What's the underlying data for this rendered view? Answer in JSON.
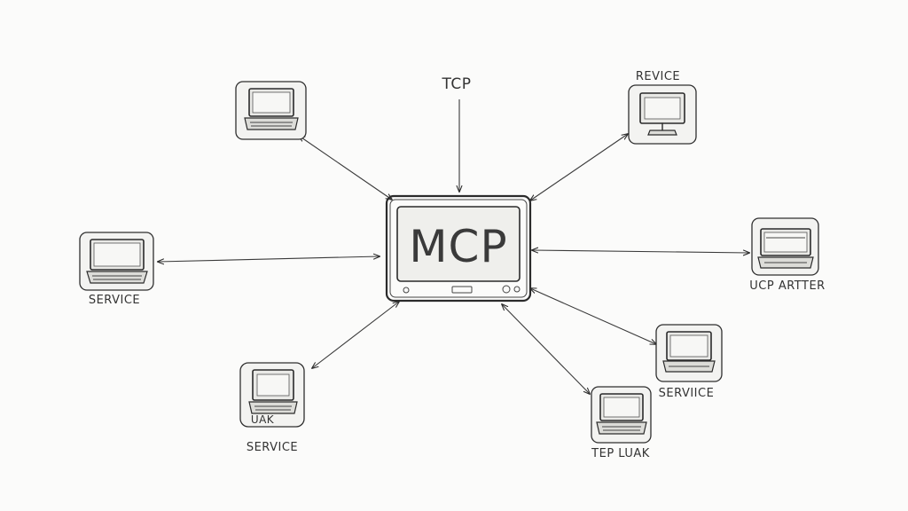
{
  "hub": {
    "label": "MCP"
  },
  "top_label": "TCP",
  "nodes": [
    {
      "id": "top-left",
      "kind": "laptop",
      "label": ""
    },
    {
      "id": "top-right",
      "kind": "monitor",
      "label": "REVICE"
    },
    {
      "id": "left",
      "kind": "laptop",
      "label": "SERVICE"
    },
    {
      "id": "right",
      "kind": "laptop",
      "label": "UCP ARTTER"
    },
    {
      "id": "bottom-left",
      "kind": "laptop",
      "label": "UAK",
      "sublabel": "SERVICE"
    },
    {
      "id": "bottom-right",
      "kind": "laptop",
      "label": "SERVIICE"
    },
    {
      "id": "bottom",
      "kind": "laptop",
      "label": "TEP LUAK"
    }
  ],
  "colors": {
    "ink": "#2b2b2b",
    "paper": "#fbfbfa"
  }
}
